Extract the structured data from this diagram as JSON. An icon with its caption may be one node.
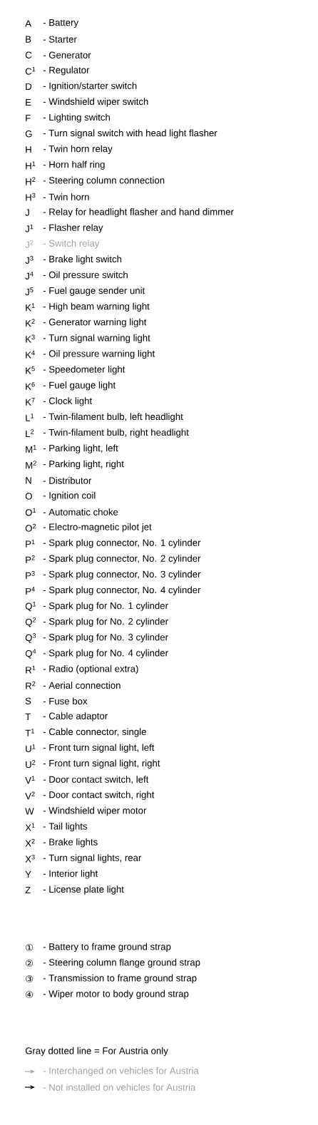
{
  "diagram": {
    "labels": [
      "A",
      "- Battery",
      "B",
      "- Starter",
      "C",
      "- Generator",
      "C$^{1}$",
      "- Regulator",
      "D",
      "- Ignition/starter switch",
      "E",
      "- Windshield wiper switch",
      "F",
      "- Lighting switch",
      "G",
      "- Turn signal switch with head light flasher",
      "H",
      "- Twin horn relay",
      "H$^{1}$",
      "- Horn half ring",
      "H$^{2}$",
      "- Steering column connection",
      "H$^{3}$",
      "- Twin horn",
      "J",
      "- Relay for headlight flasher and hand dimmer",
      "J$^{1}$",
      "- Flasher relay",
      "J$^{2}$",
      "- Switch relay",
      "J$^{3}$",
      "- Brake light switch",
      "J$^{4}$",
      "- Oil pressure switch",
      "J$^{5}$",
      "- Fuel gauge sender unit",
      "K$^{1}$",
      "- High beam warning light",
      "K$^{2}$",
      "- Generator warning light",
      "K$^{3}$",
      "- Turn signal warning light",
      "K$^{4}$",
      "- Oil pressure warning light",
      "K$^{5}$",
      "- Speedometer light",
      "K$^{6}$",
      "- Fuel gauge light",
      "K$^{7}$",
      "- Clock light",
      "L$^{1}$",
      "- Twin-filament bulb, left headlight",
      "L$^{2}$",
      "- Twin-filament bulb, right headlight",
      "M$^{1}$",
      "- Parking light, left",
      "M$^{2}$",
      "- Parking light, right",
      "N",
      "- Distributor",
      "O",
      "- Ignition coil",
      "O$^{1}$",
      "- Automatic choke",
      "O$^{2}$",
      "- Electro-magnetic pilot jet",
      "P$^{1}$",
      "- Spark plug connector, No. 1 cylinder",
      "P$^{2}$",
      "- Spark plug connector, No. 2 cylinder",
      "P$^{3}$",
      "- Spark plug connector, No. 3 cylinder",
      "P$^{4}$",
      "- Spark plug connector, No. 4 cylinder",
      "Q$^{1}$",
      "- Spark plug for No. 1 cylinder",
      "Q$^{2}$",
      "- Spark plug for No. 2 cylinder",
      "Q$^{3}$",
      "- Spark plug for No. 3 cylinder",
      "Q$^{4}$",
      "- Spark plug for No. 4 cylinder",
      "R$^{1}$",
      "- Radio (optional extra)",
      "R$^{2}$",
      "- Aerial connection",
      "S",
      "- Fuse box",
      "T",
      "- Cable adaptor",
      "T$^{1}$",
      "- Cable connector, single",
      "U$^{1}$",
      "- Front turn signal light, left",
      "U$^{2}$",
      "- Front turn signal light, right",
      "V$^{1}$",
      "- Door contact switch, left",
      "V$^{2}$",
      "- Door contact switch, right",
      "W",
      "- Windshield wiper motor",
      "X$^{1}$",
      "- Tail lights",
      "X$^{2}$",
      "- Brake lights",
      "X$^{3}$",
      "- Turn signal lights, rear",
      "Y",
      "- Interior light",
      "Z",
      "- License plate light",
      "①",
      "- Battery to frame ground strap",
      "②",
      "- Steering column flange ground strap",
      "③",
      "- Transmission to frame ground strap",
      "④",
      "- Wiper motor to body ground strap",
      "Gray dotted line = For Austria only"
    ],
    "legend": [
      {
        "text": "- Interchanged on vehicles for Austria"
      },
      {
        "text": "- Not installed on vehicles for Austria"
      }
    ]
  }
}
